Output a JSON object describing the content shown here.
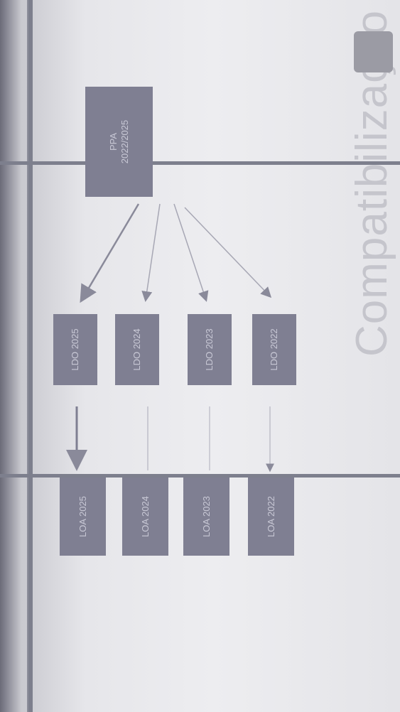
{
  "title": "Compatibilização",
  "ppa": {
    "line1": "PPA",
    "line2": "2022/2025"
  },
  "ldo": [
    "LDO 2025",
    "LDO 2024",
    "LDO 2023",
    "LDO 2022"
  ],
  "loa": [
    "LOA 2025",
    "LOA 2024",
    "LOA 2023",
    "LOA 2022"
  ],
  "colors": {
    "box": "#7f7f92",
    "arrow": "#8a8a9a",
    "background": "#ededf0"
  },
  "icons": [
    "logo-seal-icon"
  ]
}
